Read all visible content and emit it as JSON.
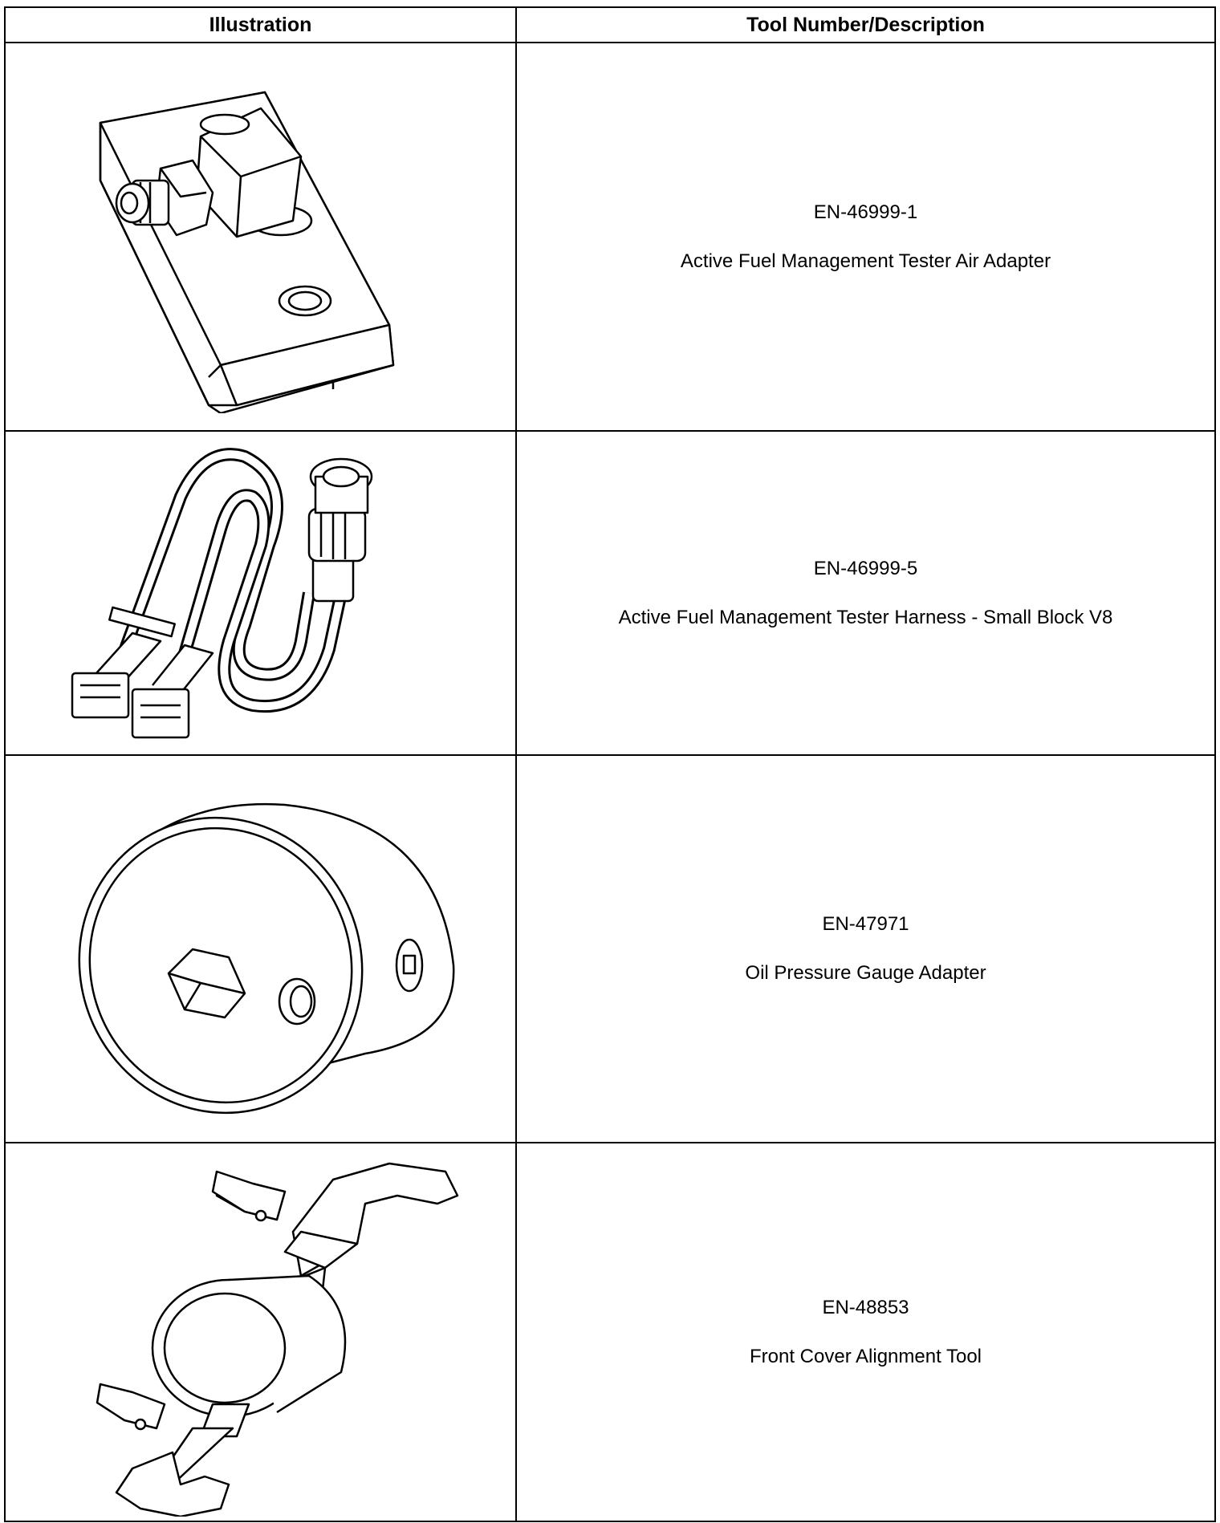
{
  "table": {
    "headers": {
      "illustration": "Illustration",
      "tool": "Tool Number/Description"
    },
    "rows": [
      {
        "number": "EN-46999-1",
        "description": "Active Fuel Management Tester Air Adapter",
        "icon": "air-adapter-illustration"
      },
      {
        "number": "EN-46999-5",
        "description": "Active Fuel Management Tester Harness - Small Block V8",
        "icon": "tester-harness-illustration"
      },
      {
        "number": "EN-47971",
        "description": "Oil Pressure Gauge Adapter",
        "icon": "oil-pressure-adapter-illustration"
      },
      {
        "number": "EN-48853",
        "description": "Front Cover Alignment Tool",
        "icon": "front-cover-alignment-tool-illustration"
      }
    ]
  }
}
